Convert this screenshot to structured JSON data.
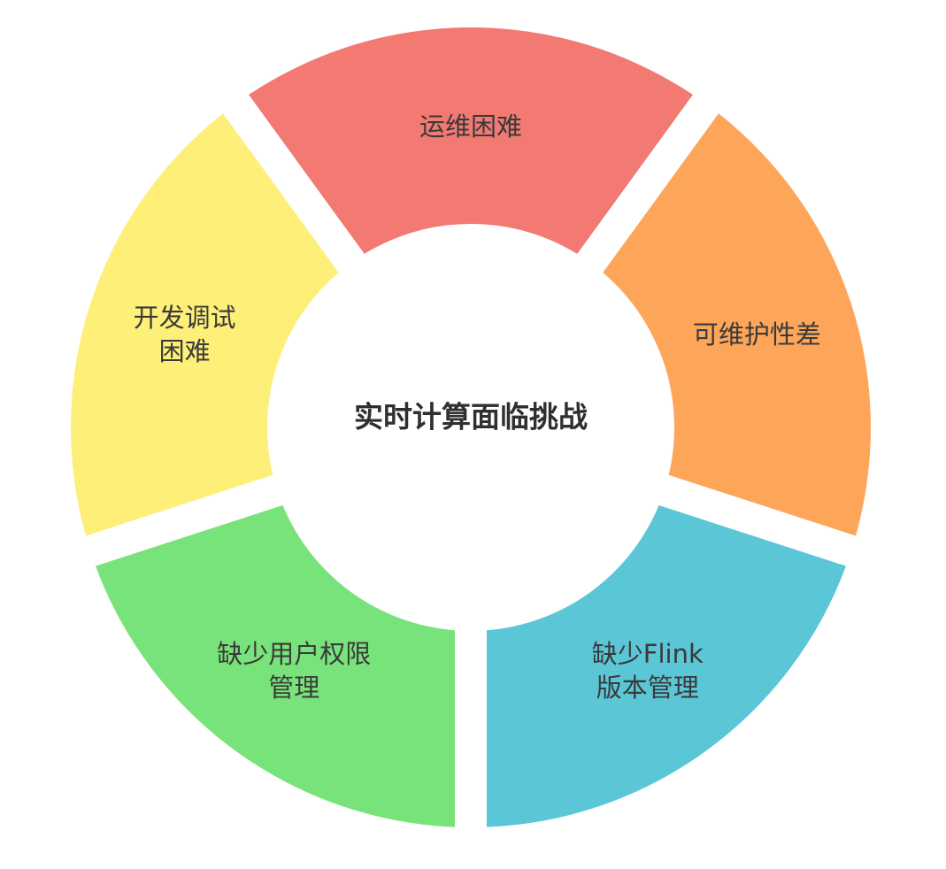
{
  "center": {
    "title": "实时计算面临挑战"
  },
  "segments": [
    {
      "id": "ops",
      "lines": [
        "运维困难"
      ],
      "color": "#f27a73"
    },
    {
      "id": "maintain",
      "lines": [
        "可维护性差"
      ],
      "color": "#fda65a"
    },
    {
      "id": "version",
      "lines": [
        "缺少Flink",
        "版本管理"
      ],
      "color": "#5bc7d6"
    },
    {
      "id": "permission",
      "lines": [
        "缺少用户权限",
        "管理"
      ],
      "color": "#79e37b"
    },
    {
      "id": "debug",
      "lines": [
        "开发调试",
        "困难"
      ],
      "color": "#fdef78"
    }
  ]
}
